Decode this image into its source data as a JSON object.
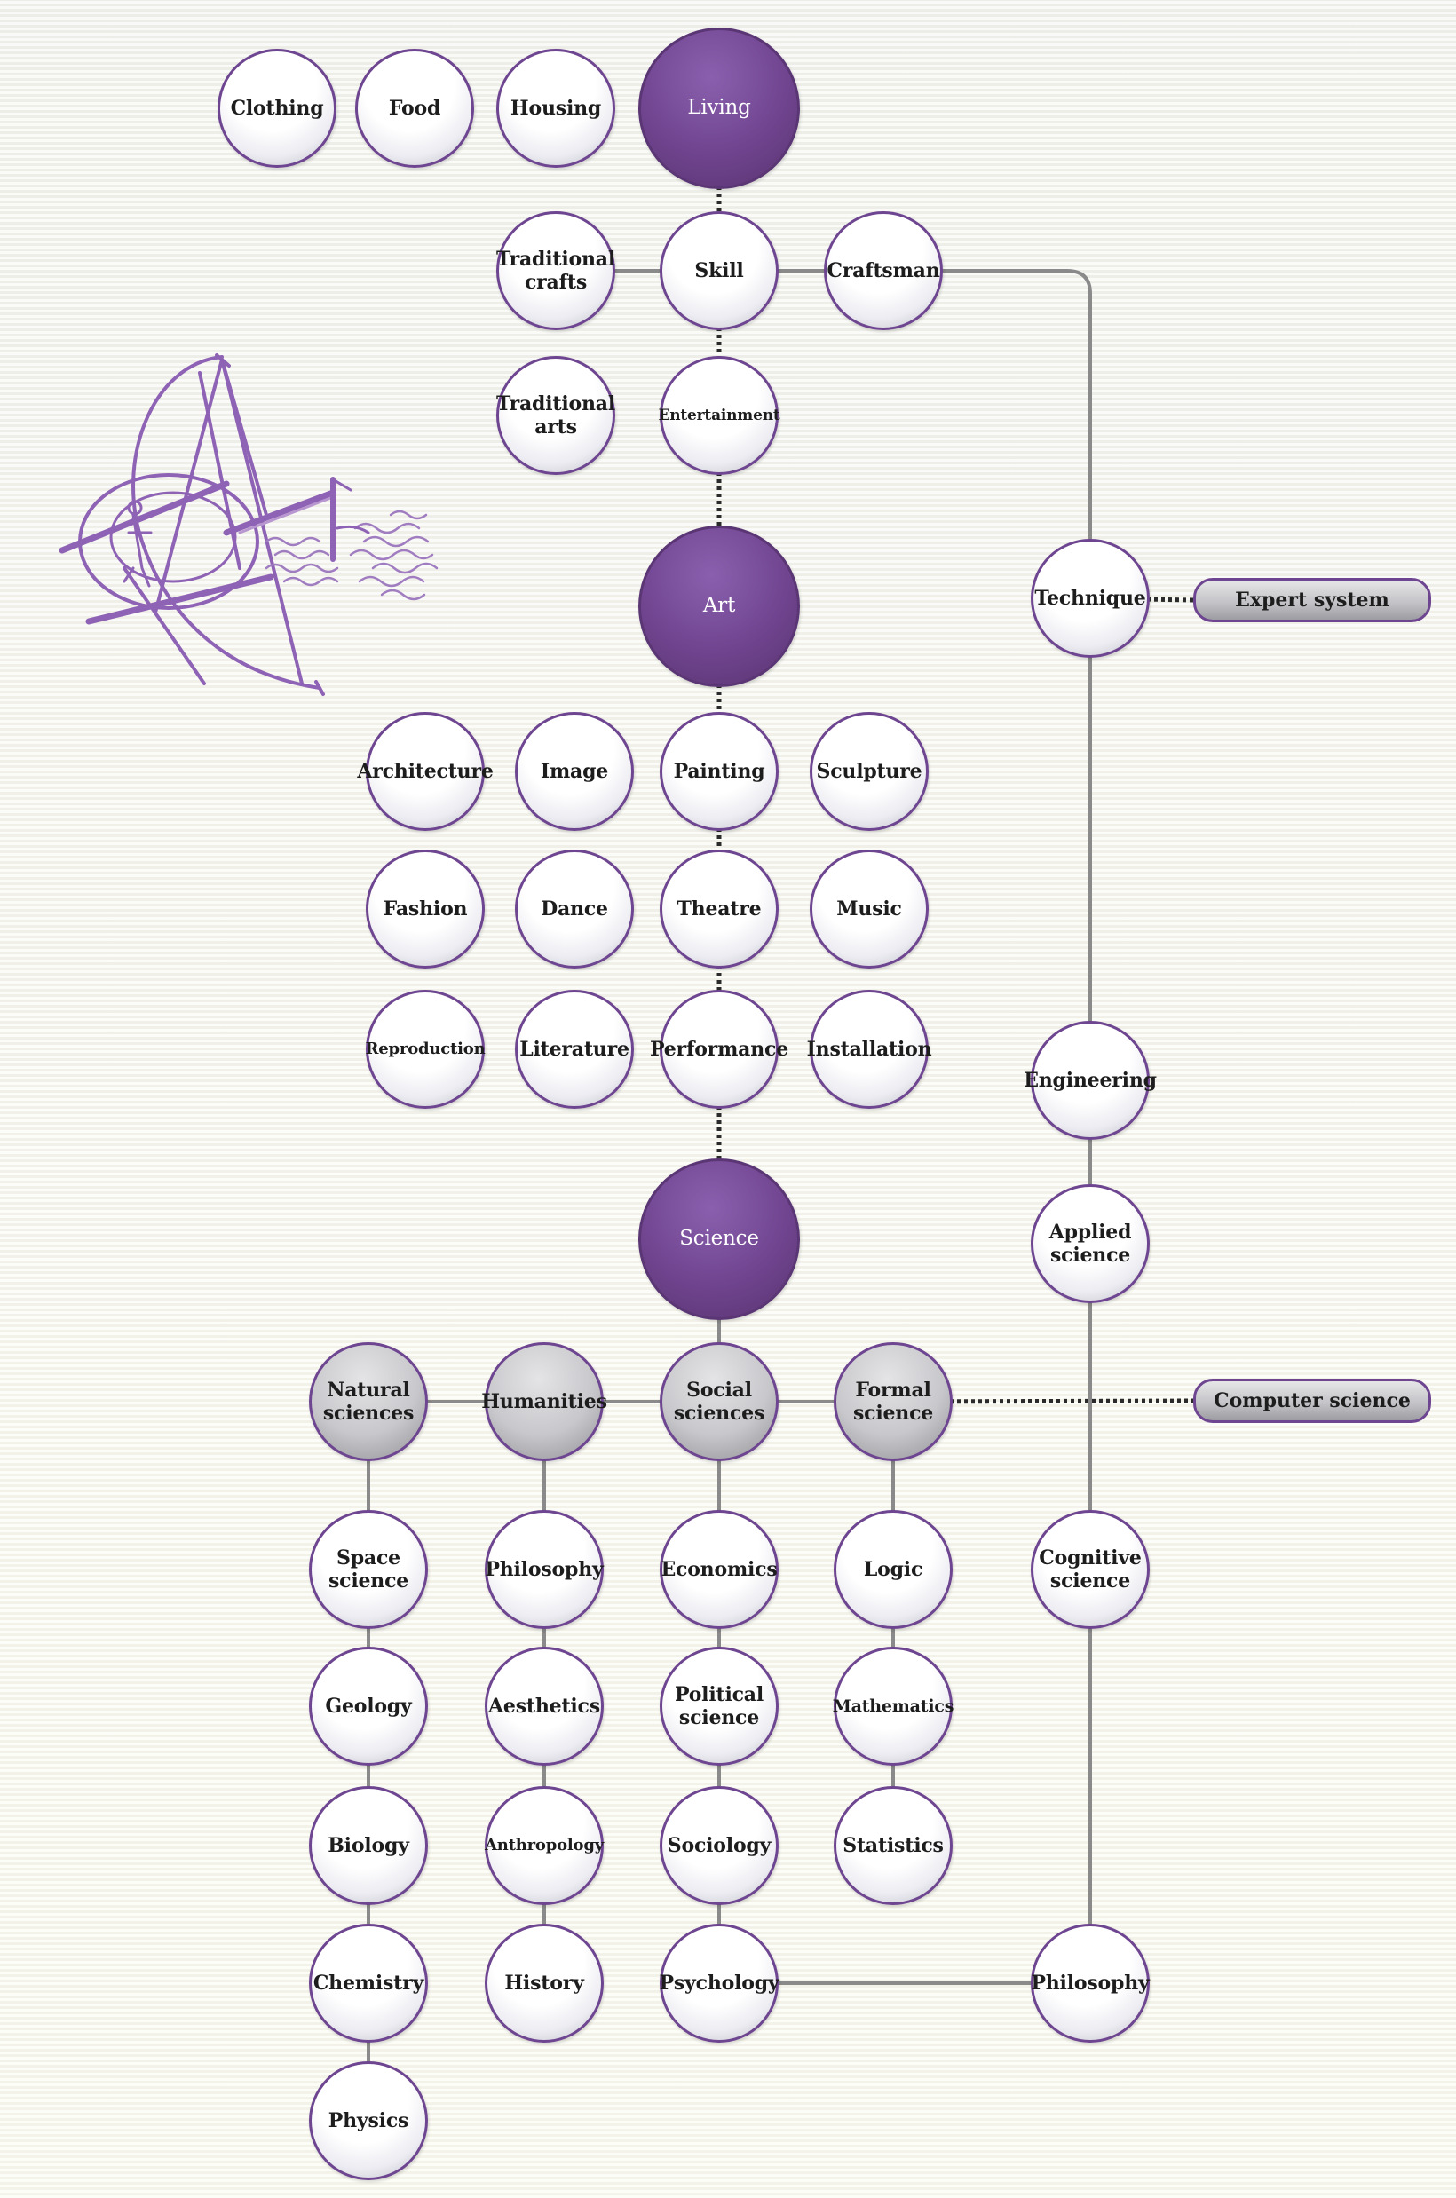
{
  "nodes": [
    {
      "id": "clothing",
      "label": "Clothing",
      "style": "white"
    },
    {
      "id": "food",
      "label": "Food",
      "style": "white"
    },
    {
      "id": "housing",
      "label": "Housing",
      "style": "white"
    },
    {
      "id": "living",
      "label": "Living",
      "style": "hub"
    },
    {
      "id": "trad_crafts",
      "label": "Traditional\ncrafts",
      "style": "white"
    },
    {
      "id": "skill",
      "label": "Skill",
      "style": "white"
    },
    {
      "id": "craftsman",
      "label": "Craftsman",
      "style": "white"
    },
    {
      "id": "trad_arts",
      "label": "Traditional\narts",
      "style": "white"
    },
    {
      "id": "entertainment",
      "label": "Entertainment",
      "style": "white"
    },
    {
      "id": "art",
      "label": "Art",
      "style": "hub"
    },
    {
      "id": "technique",
      "label": "Technique",
      "style": "white"
    },
    {
      "id": "architecture",
      "label": "Architecture",
      "style": "white"
    },
    {
      "id": "image",
      "label": "Image",
      "style": "white"
    },
    {
      "id": "painting",
      "label": "Painting",
      "style": "white"
    },
    {
      "id": "sculpture",
      "label": "Sculpture",
      "style": "white"
    },
    {
      "id": "fashion",
      "label": "Fashion",
      "style": "white"
    },
    {
      "id": "dance",
      "label": "Dance",
      "style": "white"
    },
    {
      "id": "theatre",
      "label": "Theatre",
      "style": "white"
    },
    {
      "id": "music",
      "label": "Music",
      "style": "white"
    },
    {
      "id": "reproduction",
      "label": "Reproduction",
      "style": "white"
    },
    {
      "id": "literature",
      "label": "Literature",
      "style": "white"
    },
    {
      "id": "performance",
      "label": "Performance",
      "style": "white"
    },
    {
      "id": "installation",
      "label": "Installation",
      "style": "white"
    },
    {
      "id": "engineering",
      "label": "Engineering",
      "style": "white"
    },
    {
      "id": "science",
      "label": "Science",
      "style": "hub"
    },
    {
      "id": "applied_science",
      "label": "Applied\nscience",
      "style": "white"
    },
    {
      "id": "natural_sciences",
      "label": "Natural\nsciences",
      "style": "gray"
    },
    {
      "id": "humanities",
      "label": "Humanities",
      "style": "gray"
    },
    {
      "id": "social_sciences",
      "label": "Social\nsciences",
      "style": "gray"
    },
    {
      "id": "formal_science",
      "label": "Formal\nscience",
      "style": "gray"
    },
    {
      "id": "space_science",
      "label": "Space\nscience",
      "style": "white"
    },
    {
      "id": "philosophy_h",
      "label": "Philosophy",
      "style": "white"
    },
    {
      "id": "economics",
      "label": "Economics",
      "style": "white"
    },
    {
      "id": "logic",
      "label": "Logic",
      "style": "white"
    },
    {
      "id": "cognitive_science",
      "label": "Cognitive\nscience",
      "style": "white"
    },
    {
      "id": "geology",
      "label": "Geology",
      "style": "white"
    },
    {
      "id": "aesthetics",
      "label": "Aesthetics",
      "style": "white"
    },
    {
      "id": "political_science",
      "label": "Political\nscience",
      "style": "white"
    },
    {
      "id": "mathematics",
      "label": "Mathematics",
      "style": "white"
    },
    {
      "id": "biology",
      "label": "Biology",
      "style": "white"
    },
    {
      "id": "anthropology",
      "label": "Anthropology",
      "style": "white"
    },
    {
      "id": "sociology",
      "label": "Sociology",
      "style": "white"
    },
    {
      "id": "statistics",
      "label": "Statistics",
      "style": "white"
    },
    {
      "id": "chemistry",
      "label": "Chemistry",
      "style": "white"
    },
    {
      "id": "history",
      "label": "History",
      "style": "white"
    },
    {
      "id": "psychology",
      "label": "Psychology",
      "style": "white"
    },
    {
      "id": "philosophy_r",
      "label": "Philosophy",
      "style": "white"
    },
    {
      "id": "physics",
      "label": "Physics",
      "style": "white"
    }
  ],
  "pills": [
    {
      "id": "expert_system",
      "label": "Expert system"
    },
    {
      "id": "computer_science",
      "label": "Computer science"
    }
  ],
  "edges": [
    {
      "from": "living",
      "to": "skill",
      "style": "dotted"
    },
    {
      "from": "trad_crafts",
      "to": "skill",
      "style": "solid"
    },
    {
      "from": "skill",
      "to": "craftsman",
      "style": "solid"
    },
    {
      "from": "craftsman",
      "to": "technique",
      "style": "solid"
    },
    {
      "from": "skill",
      "to": "entertainment",
      "style": "dotted"
    },
    {
      "from": "entertainment",
      "to": "art",
      "style": "dotted"
    },
    {
      "from": "art",
      "to": "painting",
      "style": "dotted"
    },
    {
      "from": "painting",
      "to": "theatre",
      "style": "dotted"
    },
    {
      "from": "theatre",
      "to": "performance",
      "style": "dotted"
    },
    {
      "from": "performance",
      "to": "science",
      "style": "dotted"
    },
    {
      "from": "technique",
      "to": "expert_system",
      "style": "dotted"
    },
    {
      "from": "technique",
      "to": "engineering",
      "style": "solid"
    },
    {
      "from": "engineering",
      "to": "applied_science",
      "style": "solid"
    },
    {
      "from": "applied_science",
      "to": "cognitive_science",
      "style": "solid"
    },
    {
      "from": "cognitive_science",
      "to": "philosophy_r",
      "style": "solid"
    },
    {
      "from": "science",
      "to": "social_sciences",
      "style": "solid"
    },
    {
      "from": "natural_sciences",
      "to": "humanities",
      "style": "solid"
    },
    {
      "from": "humanities",
      "to": "social_sciences",
      "style": "solid"
    },
    {
      "from": "social_sciences",
      "to": "formal_science",
      "style": "solid"
    },
    {
      "from": "formal_science",
      "to": "computer_science",
      "style": "dotted"
    },
    {
      "from": "natural_sciences",
      "to": "space_science",
      "style": "solid"
    },
    {
      "from": "space_science",
      "to": "geology",
      "style": "solid"
    },
    {
      "from": "geology",
      "to": "biology",
      "style": "solid"
    },
    {
      "from": "biology",
      "to": "chemistry",
      "style": "solid"
    },
    {
      "from": "chemistry",
      "to": "physics",
      "style": "solid"
    },
    {
      "from": "humanities",
      "to": "philosophy_h",
      "style": "solid"
    },
    {
      "from": "philosophy_h",
      "to": "aesthetics",
      "style": "solid"
    },
    {
      "from": "aesthetics",
      "to": "anthropology",
      "style": "solid"
    },
    {
      "from": "anthropology",
      "to": "history",
      "style": "solid"
    },
    {
      "from": "social_sciences",
      "to": "economics",
      "style": "solid"
    },
    {
      "from": "economics",
      "to": "political_science",
      "style": "solid"
    },
    {
      "from": "political_science",
      "to": "sociology",
      "style": "solid"
    },
    {
      "from": "sociology",
      "to": "psychology",
      "style": "solid"
    },
    {
      "from": "psychology",
      "to": "philosophy_r",
      "style": "solid"
    },
    {
      "from": "formal_science",
      "to": "logic",
      "style": "solid"
    },
    {
      "from": "logic",
      "to": "mathematics",
      "style": "solid"
    },
    {
      "from": "mathematics",
      "to": "statistics",
      "style": "solid"
    }
  ],
  "colors": {
    "hub": "#70448f",
    "border": "#6e4590",
    "line": "#8a8a8a",
    "dots": "#2a2a2a",
    "sketch": "#8e62b4"
  },
  "illustration": {
    "icon": "waterwheel-sketch-icon"
  }
}
